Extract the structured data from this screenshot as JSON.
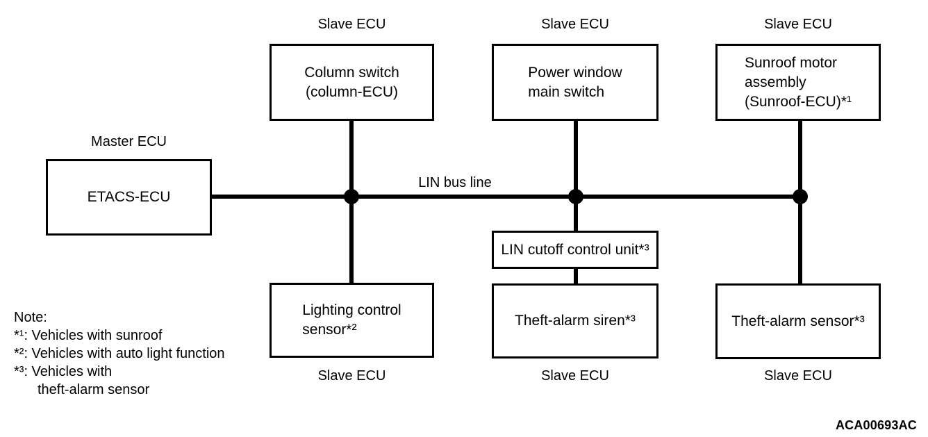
{
  "labels": {
    "bus": "LIN bus line",
    "code": "ACA00693AC"
  },
  "master": {
    "caption": "Master ECU",
    "label": "ETACS-ECU"
  },
  "slaves": {
    "column": {
      "caption": "Slave ECU",
      "label": "Column switch\n(column-ECU)"
    },
    "power": {
      "caption": "Slave ECU",
      "label": "Power window\nmain switch"
    },
    "sunroof": {
      "caption": "Slave ECU",
      "label": "Sunroof motor\nassembly\n(Sunroof-ECU)*¹"
    },
    "lighting": {
      "caption": "Slave ECU",
      "label": "Lighting control\nsensor*²"
    },
    "lincutoff": {
      "label": "LIN cutoff control unit*³"
    },
    "siren": {
      "caption": "Slave ECU",
      "label": "Theft-alarm siren*³"
    },
    "sensor": {
      "caption": "Slave ECU",
      "label": "Theft-alarm sensor*³"
    }
  },
  "note": {
    "title": "Note:",
    "items": [
      "*¹: Vehicles with sunroof",
      "*²: Vehicles with auto light function",
      "*³: Vehicles with\ntheft-alarm sensor"
    ]
  },
  "colors": {
    "line": "#000000",
    "background": "#ffffff"
  }
}
